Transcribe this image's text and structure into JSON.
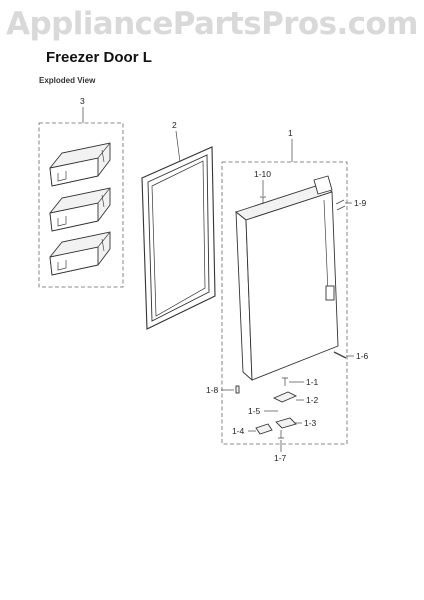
{
  "watermark": "AppliancePartsPros.com",
  "title": "Freezer Door L",
  "subtitle": "Exploded View",
  "callouts": {
    "c1": "1",
    "c2": "2",
    "c3": "3",
    "c1_1": "1-1",
    "c1_2": "1-2",
    "c1_3": "1-3",
    "c1_4": "1-4",
    "c1_5": "1-5",
    "c1_6": "1-6",
    "c1_7": "1-7",
    "c1_8": "1-8",
    "c1_9": "1-9",
    "c1_10": "1-10"
  }
}
